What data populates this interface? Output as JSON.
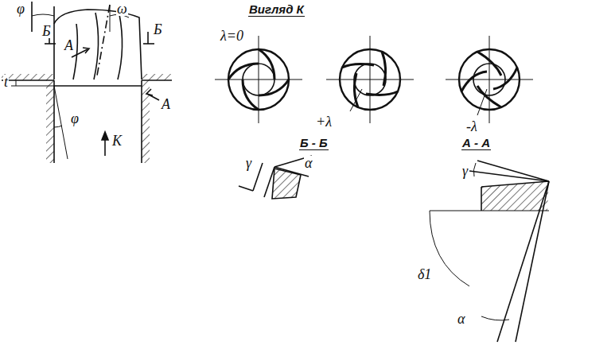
{
  "diagram": {
    "labels": [
      "φ",
      "ω",
      "Б",
      "А",
      "Б",
      "t",
      "А",
      "φ",
      "K",
      "Вигляд К",
      "λ=0",
      "+λ",
      "-λ",
      "Б - Б",
      "А - А",
      "γ",
      "α",
      "γ",
      "δ1",
      "α"
    ]
  }
}
